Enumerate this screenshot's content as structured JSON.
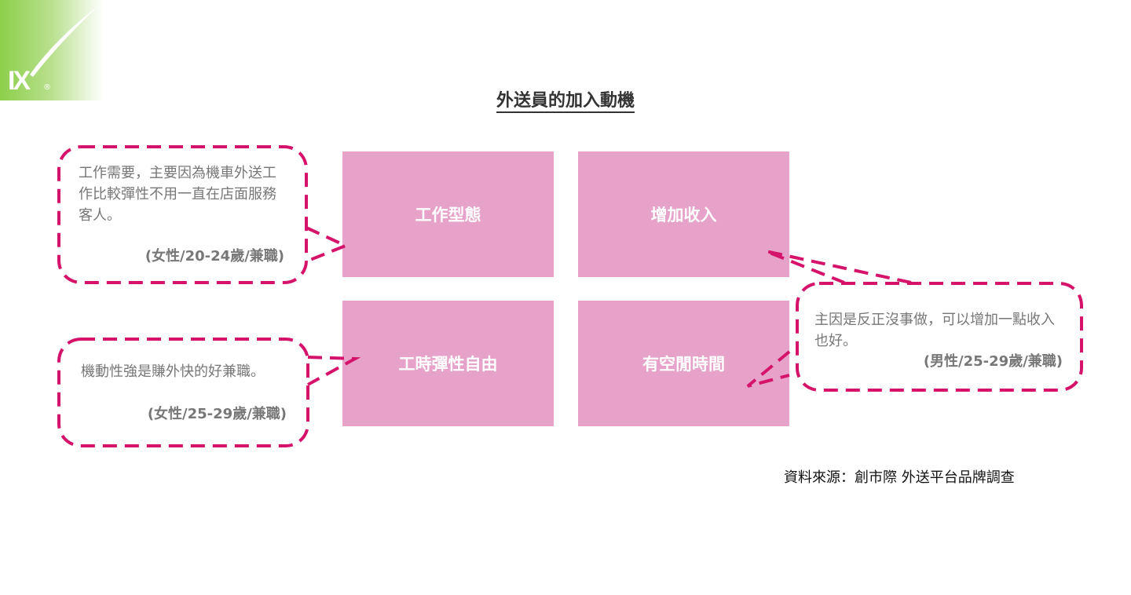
{
  "logo": {
    "text": "IX",
    "mark": "®"
  },
  "title": "外送員的加入動機",
  "boxes": [
    "工作型態",
    "增加收入",
    "工時彈性自由",
    "有空閒時間"
  ],
  "quotes": [
    {
      "text": "工作需要，主要因為機車外送工作比較彈性不用一直在店面服務客人。",
      "who": "(女性/20-24歲/兼職)"
    },
    {
      "text": "機動性強是賺外快的好兼職。",
      "who": "(女性/25-29歲/兼職)"
    },
    {
      "text": "主因是反正沒事做，可以增加一點收入也好。",
      "who": "(男性/25-29歲/兼職)"
    }
  ],
  "source": "資料來源：創市際 外送平台品牌調查",
  "colors": {
    "box": "#e6a2c9",
    "dash": "#d6136a",
    "logo": "#8ccf4a"
  }
}
